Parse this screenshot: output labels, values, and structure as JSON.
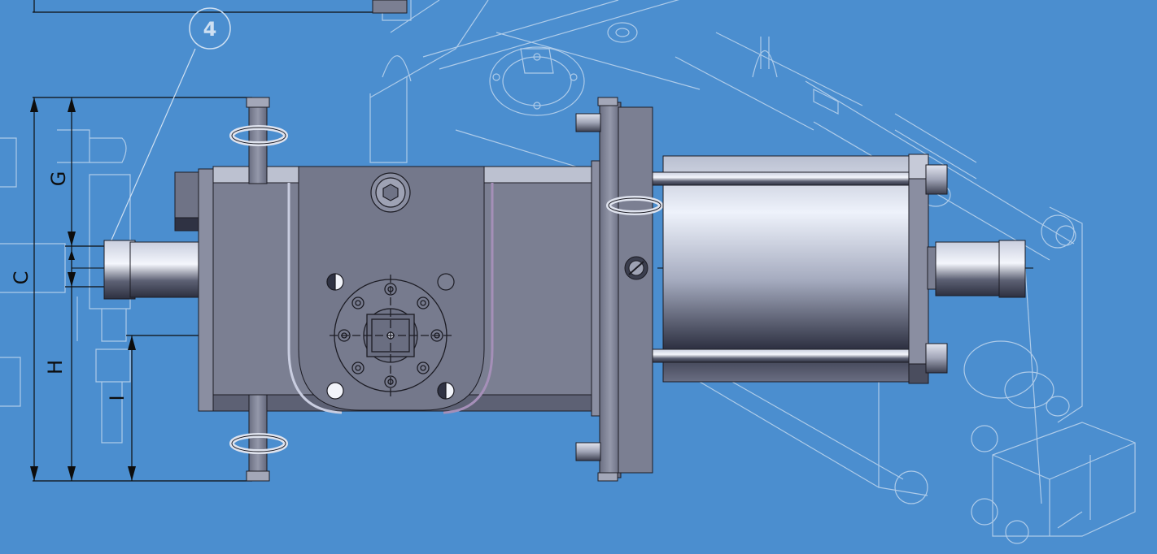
{
  "callout": {
    "number": "4"
  },
  "dimensions": {
    "g": "G",
    "c": "C",
    "h": "H",
    "i": "I"
  },
  "colors": {
    "background": "#4b8ecf",
    "wireframe": "#cfe0f2",
    "body_gray": "#7b7f92",
    "dimension_line": "#0d0d0d"
  }
}
